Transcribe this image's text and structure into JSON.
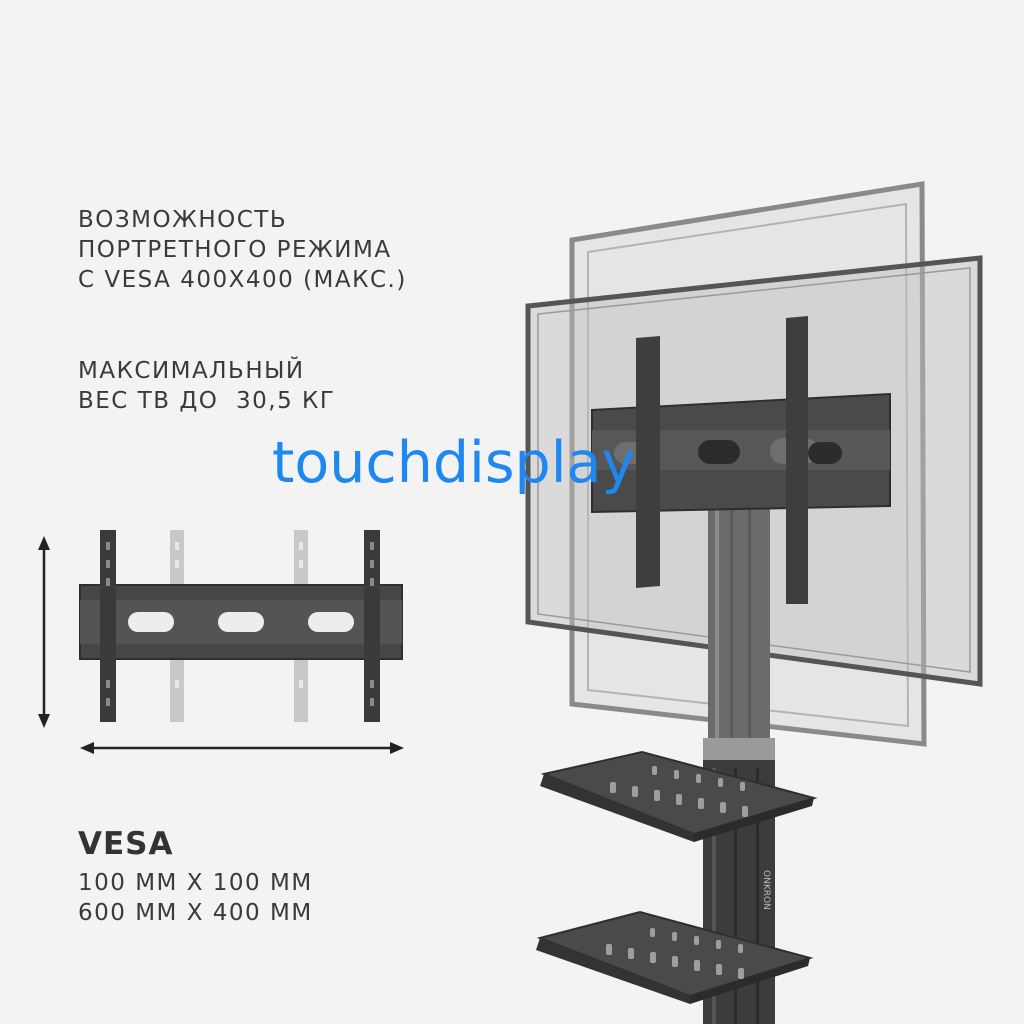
{
  "feature_portrait": {
    "lines": [
      "ВОЗМОЖНОСТЬ",
      "ПОРТРЕТНОГО РЕЖИМА",
      "С VESA 400X400 (МАКС.)"
    ]
  },
  "feature_weight": {
    "lines": [
      "МАКСИМАЛЬНЫЙ",
      "ВЕС ТВ ДО  30,5 КГ"
    ]
  },
  "vesa": {
    "title": "VESA",
    "sizes": [
      "100 ММ X 100 ММ",
      "600 ММ X 400 ММ"
    ]
  },
  "watermark": "touchdisplay",
  "brand_mark": "ONKRON",
  "colors": {
    "background": "#f3f3f3",
    "text": "#3a3a3a",
    "watermark": "#1e88f0",
    "metal_dark": "#3d3d3d",
    "metal_light": "#bdbdbd"
  }
}
